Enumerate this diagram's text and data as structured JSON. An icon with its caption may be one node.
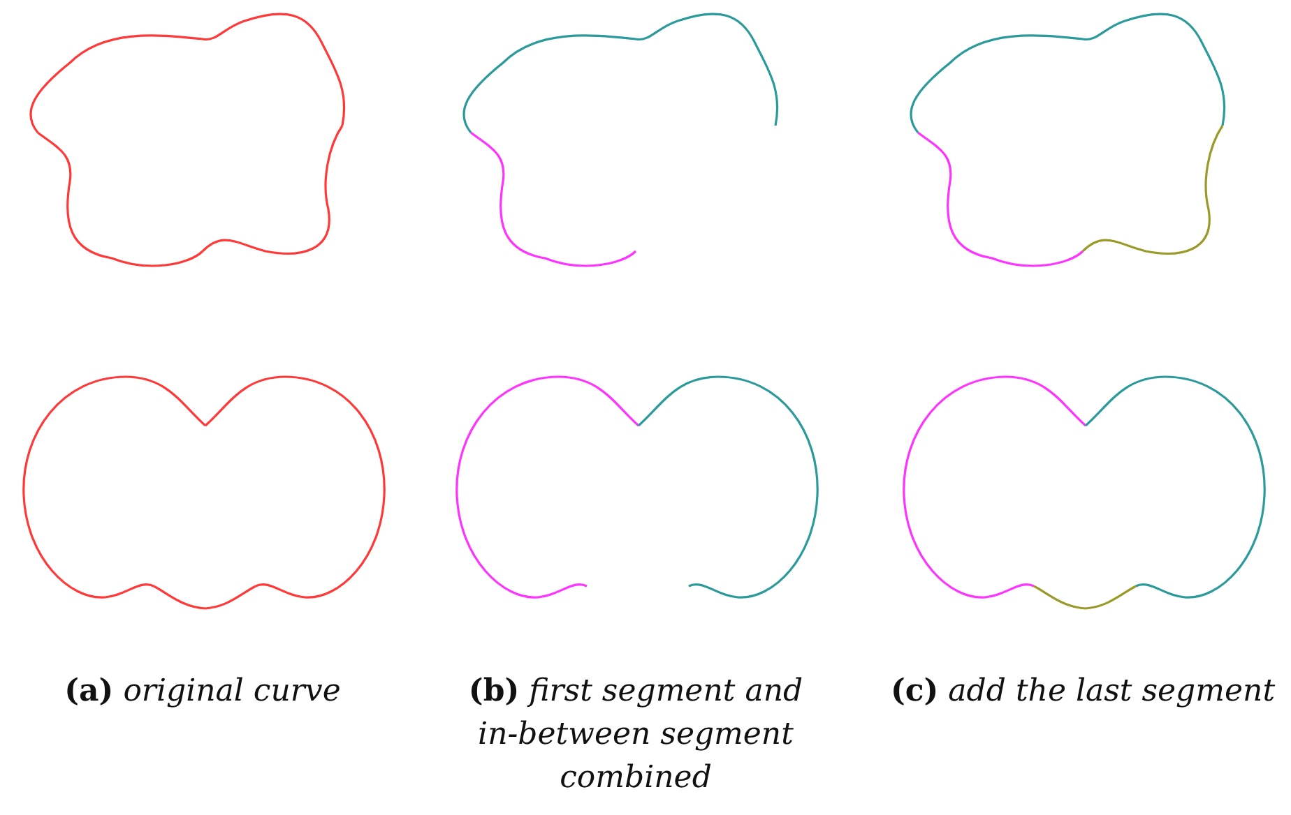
{
  "diagram": {
    "labels": [
      "**(a)** *original curve*",
      "**(b)** *first segment and in-between segment combined*",
      "**(c)** *add the last segment*"
    ]
  }
}
